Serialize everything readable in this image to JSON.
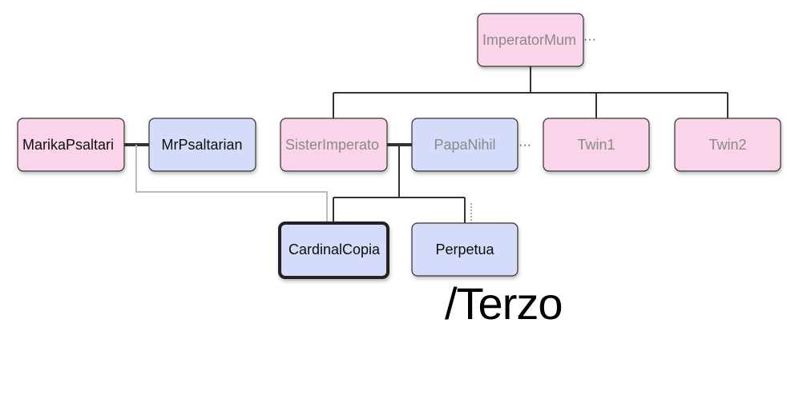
{
  "colors": {
    "pink": "#fad4e8",
    "blue": "#d4dcfa",
    "line_dark": "#333333",
    "line_light": "#bbbbbb",
    "faded_text": "#8a8a8a"
  },
  "nodes": {
    "imperator_mum": {
      "label": "ImperatorMum",
      "color": "pink",
      "faded": true,
      "more_indicator": "···"
    },
    "marika_psaltarian": {
      "label": "MarikaPsaltari",
      "color": "pink",
      "faded": false
    },
    "mr_psaltarian": {
      "label": "MrPsaltarian",
      "color": "blue",
      "faded": false
    },
    "sister_imperator": {
      "label": "SisterImperato",
      "color": "pink",
      "faded": true
    },
    "papa_nihil": {
      "label": "PapaNihil",
      "color": "blue",
      "faded": true,
      "more_indicator": "···"
    },
    "twin1": {
      "label": "Twin1",
      "color": "pink",
      "faded": true
    },
    "twin2": {
      "label": "Twin2",
      "color": "pink",
      "faded": true
    },
    "cardinal_copia": {
      "label": "CardinalCopia",
      "color": "blue",
      "faded": false,
      "selected": true
    },
    "perpetua": {
      "label": "Perpetua",
      "color": "blue",
      "faded": false
    }
  },
  "caption": "/Terzo"
}
